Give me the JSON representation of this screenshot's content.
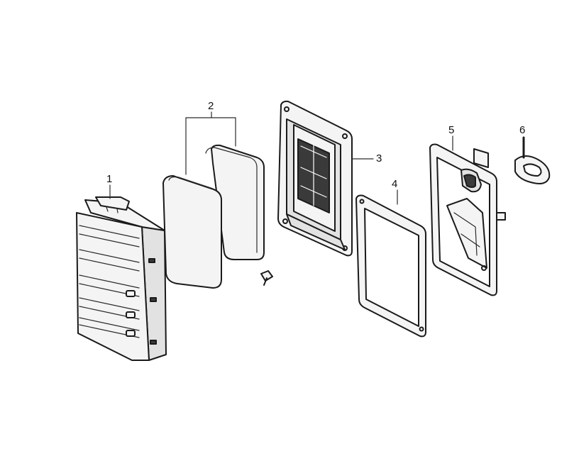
{
  "diagram": {
    "labels": {
      "p1": "1",
      "p2": "2",
      "p3": "3",
      "p4": "4",
      "p5": "5",
      "p6": "6"
    },
    "colors": {
      "ink": "#1a1a1a",
      "background": "#ffffff"
    }
  }
}
